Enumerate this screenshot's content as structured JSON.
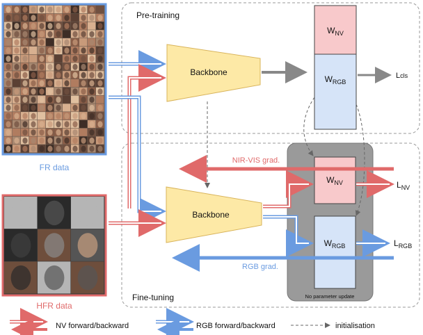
{
  "regions": {
    "pretraining": "Pre-training",
    "finetuning": "Fine-tuning",
    "no_update": "No parameter update"
  },
  "datasets": {
    "fr": {
      "label": "FR data",
      "color": "#6a9be0"
    },
    "hfr": {
      "label": "HFR data",
      "color": "#e06a6a"
    }
  },
  "modules": {
    "backbone_top": "Backbone",
    "backbone_bottom": "Backbone"
  },
  "heads": {
    "w_nv_base": "W",
    "w_nv_sub": "NV",
    "w_rgb_base": "W",
    "w_rgb_sub": "RGB"
  },
  "losses": {
    "cls_base": "L",
    "cls_sub": "cls",
    "nv_base": "L",
    "nv_sub": "NV",
    "rgb_base": "L",
    "rgb_sub": "RGB"
  },
  "gradients": {
    "nir_vis": "NIR-VIS grad.",
    "rgb": "RGB grad."
  },
  "legend": {
    "nv": "NV forward/backward",
    "rgb": "RGB forward/backward",
    "init": "initialisation"
  },
  "colors": {
    "red": "#e06a6a",
    "blue": "#6a9be0",
    "backbone_fill": "#fde9a6",
    "backbone_stroke": "#d8b35a",
    "head_nv_fill": "#f8c9cb",
    "head_rgb_fill": "#d6e4f8",
    "gray_box": "#9a9a9a"
  }
}
